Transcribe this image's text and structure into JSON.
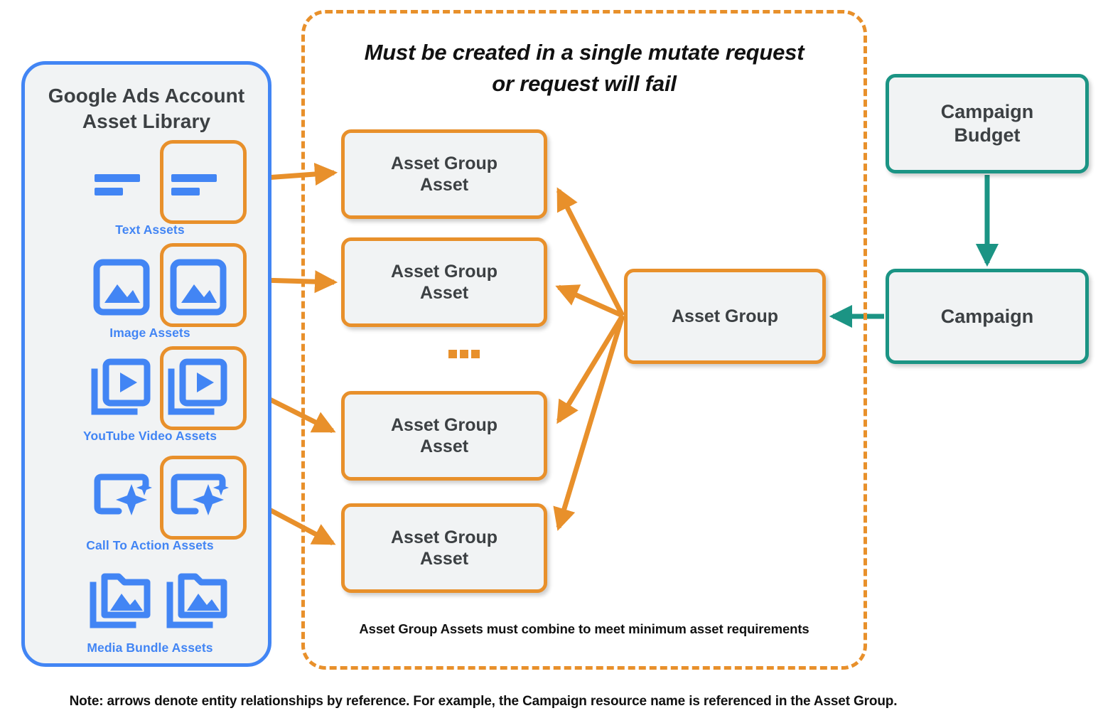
{
  "library": {
    "title": "Google Ads Account\nAsset Library",
    "title_line1": "Google Ads Account",
    "title_line2": "Asset Library",
    "rows": [
      {
        "label": "Text Assets",
        "icon": "text-asset-icon",
        "highlighted": true
      },
      {
        "label": "Image Assets",
        "icon": "image-asset-icon",
        "highlighted": true
      },
      {
        "label": "YouTube Video  Assets",
        "icon": "youtube-video-asset-icon",
        "highlighted": true
      },
      {
        "label": "Call To Action Assets",
        "icon": "call-to-action-asset-icon",
        "highlighted": true
      },
      {
        "label": "Media Bundle  Assets",
        "icon": "media-bundle-asset-icon",
        "highlighted": false
      }
    ]
  },
  "mutate": {
    "title_line1": "Must be created in a single mutate request",
    "title_line2": "or request will fail",
    "footnote": "Asset Group Assets must combine to meet minimum asset requirements",
    "ellipsis": "..."
  },
  "nodes": {
    "asset_group_asset_1": "Asset Group\nAsset",
    "asset_group_asset_1_l1": "Asset Group",
    "asset_group_asset_1_l2": "Asset",
    "asset_group_asset_2_l1": "Asset Group",
    "asset_group_asset_2_l2": "Asset",
    "asset_group_asset_3_l1": "Asset Group",
    "asset_group_asset_3_l2": "Asset",
    "asset_group_asset_4_l1": "Asset Group",
    "asset_group_asset_4_l2": "Asset",
    "asset_group": "Asset Group",
    "campaign_budget_l1": "Campaign",
    "campaign_budget_l2": "Budget",
    "campaign": "Campaign"
  },
  "note": "Note: arrows denote entity relationships by reference. For example, the Campaign resource name is referenced in the Asset Group.",
  "colors": {
    "orange": "#e8902b",
    "teal": "#1b9484",
    "blue": "#4285f4",
    "node_fill": "#f1f3f4",
    "text_dark": "#3c4043",
    "text_black": "#111111",
    "page_background": "#ffffff"
  }
}
